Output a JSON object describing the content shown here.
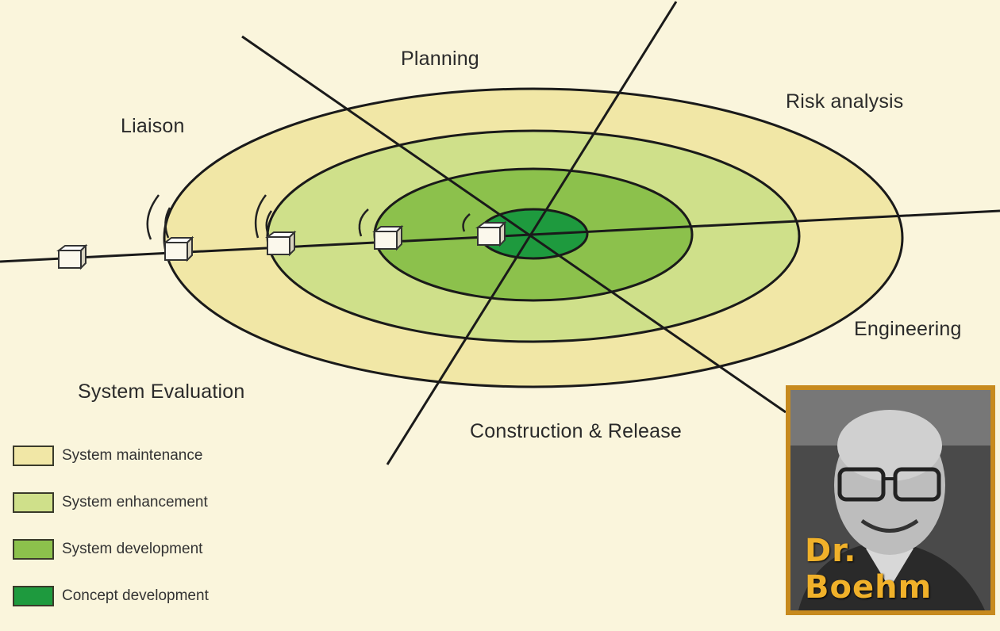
{
  "diagram": {
    "phases": {
      "planning": "Planning",
      "risk_analysis": "Risk analysis",
      "liaison": "Liaison",
      "engineering": "Engineering",
      "system_evaluation": "System Evaluation",
      "construction_release": "Construction & Release"
    },
    "rings": [
      {
        "name": "System maintenance",
        "color": "#f1e7a6"
      },
      {
        "name": "System enhancement",
        "color": "#cfe08a"
      },
      {
        "name": "System development",
        "color": "#8cc14c"
      },
      {
        "name": "Concept development",
        "color": "#1e9a3e"
      }
    ]
  },
  "legend": {
    "items": [
      {
        "label": "System maintenance",
        "color": "#f1e7a6"
      },
      {
        "label": "System enhancement",
        "color": "#cfe08a"
      },
      {
        "label": "System development",
        "color": "#8cc14c"
      },
      {
        "label": "Concept development",
        "color": "#1e9a3e"
      }
    ]
  },
  "photo": {
    "caption": "Dr. Boehm"
  }
}
